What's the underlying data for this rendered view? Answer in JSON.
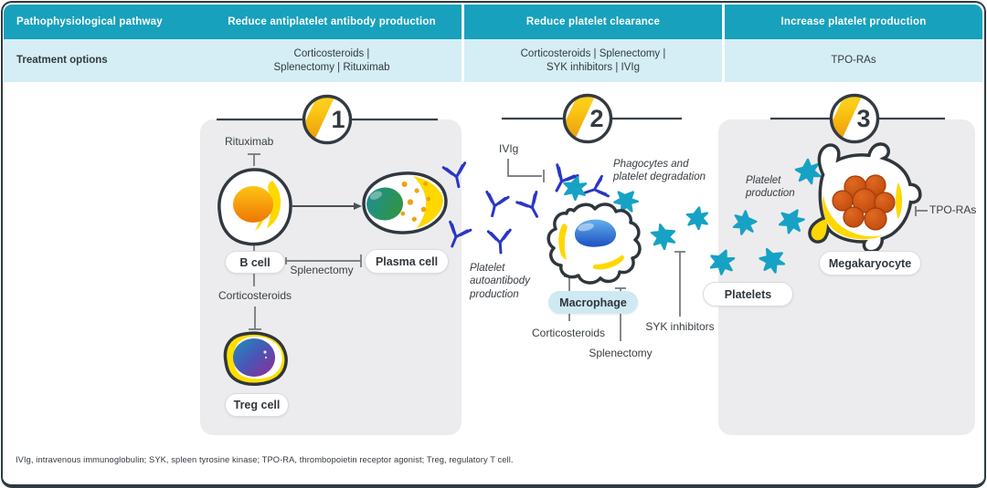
{
  "colors": {
    "header_teal": "#17a1bc",
    "treatment_row_bg": "#d5eef5",
    "panel_bg": "#ececee",
    "accent_yellow": "#ffd800",
    "antibody_blue": "#2a36c4",
    "platelet_teal": "#16a2c4",
    "outline_dark": "#31383f",
    "macrophage_pill_bg": "#cfe9f2"
  },
  "table": {
    "pathway_header": "Pathophysiological pathway",
    "treatment_label": "Treatment options",
    "columns": [
      {
        "header": "Reduce antiplatelet antibody production",
        "treatments": "Corticosteroids |\nSplenectomy | Rituximab"
      },
      {
        "header": "Reduce platelet clearance",
        "treatments": "Corticosteroids | Splenectomy |\nSYK inhibitors | IVIg"
      },
      {
        "header": "Increase platelet production",
        "treatments": "TPO-RAs"
      }
    ]
  },
  "sections": {
    "s1": {
      "badge": "1",
      "rituximab_label": "Rituximab",
      "b_cell_label": "B cell",
      "plasma_cell_label": "Plasma cell",
      "splenectomy_label": "Splenectomy",
      "corticosteroids_label": "Corticosteroids",
      "treg_cell_label": "Treg cell"
    },
    "s2": {
      "badge": "2",
      "ivig_label": "IVIg",
      "phagocytes_note": "Phagocytes and\nplatelet degradation",
      "autoantibody_note": "Platelet\nautoantibody\nproduction",
      "macrophage_label": "Macrophage",
      "corticosteroids_label": "Corticosteroids",
      "splenectomy_label": "Splenectomy",
      "syk_label": "SYK inhibitors"
    },
    "s3": {
      "badge": "3",
      "production_note": "Platelet\nproduction",
      "tpo_label": "TPO-RAs",
      "megakaryocyte_label": "Megakaryocyte",
      "platelets_label": "Platelets"
    }
  },
  "footer": "IVIg, intravenous immunoglobulin; SYK, spleen tyrosine kinase; TPO-RA, thrombopoietin receptor agonist; Treg, regulatory T cell."
}
